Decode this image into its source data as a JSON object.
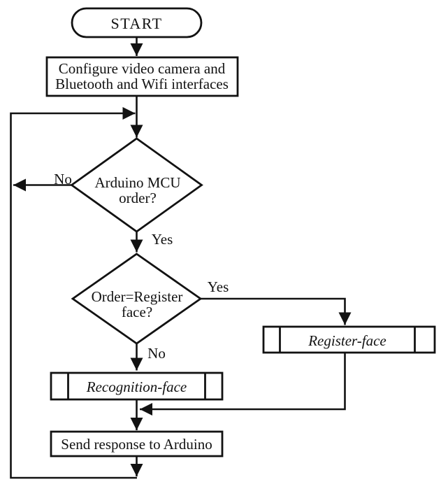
{
  "flowchart": {
    "start": {
      "label": "START"
    },
    "configure": {
      "line1": "Configure video camera and",
      "line2": "Bluetooth and Wifi interfaces"
    },
    "decision_order": {
      "line1": "Arduino MCU",
      "line2": "order?",
      "no_label": "No",
      "yes_label": "Yes"
    },
    "decision_register": {
      "line1": "Order=Register",
      "line2": "face?",
      "yes_label": "Yes",
      "no_label": "No"
    },
    "register_face": {
      "label": "Register-face"
    },
    "recognition_face": {
      "label": "Recognition-face"
    },
    "send_response": {
      "label": "Send response to Arduino"
    },
    "colors": {
      "stroke": "#121212",
      "fill": "#ffffff"
    }
  }
}
